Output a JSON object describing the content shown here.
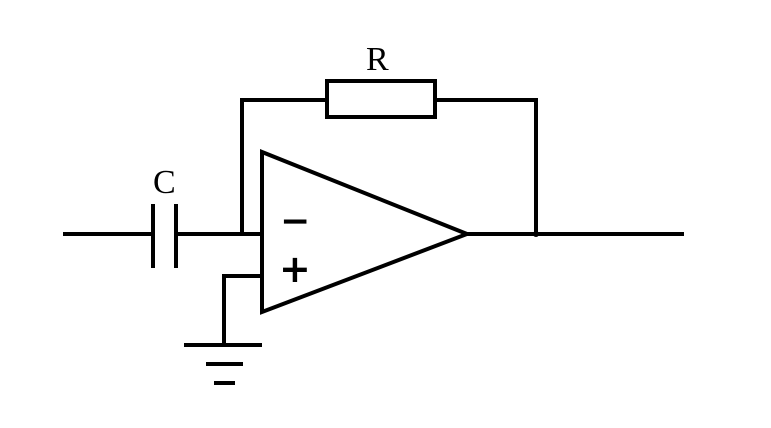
{
  "diagram": {
    "type": "op-amp differentiator circuit",
    "components": {
      "capacitor": {
        "label": "C"
      },
      "resistor": {
        "label": "R"
      },
      "op_amp": {
        "inverting_symbol": "−",
        "non_inverting_symbol": "+"
      },
      "ground": {
        "symbol": "ground-icon"
      }
    }
  }
}
